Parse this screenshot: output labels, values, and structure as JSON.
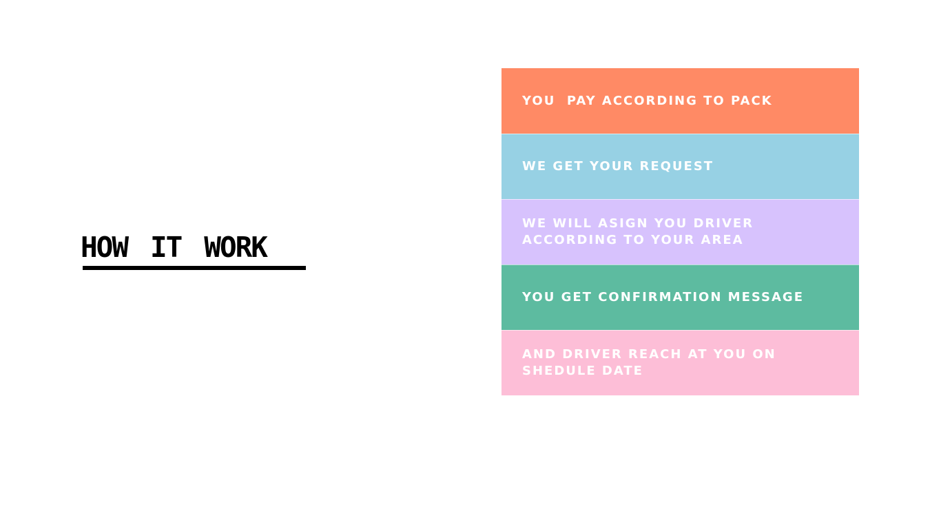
{
  "title": "How it work",
  "steps": [
    {
      "label": "YOU  PAY ACCORDING TO PACK",
      "color": "#FF8A65"
    },
    {
      "label": "WE GET YOUR REQUEST",
      "color": "#97D1E4"
    },
    {
      "label": "WE WILL ASIGN YOU DRIVER\nACCORDING TO YOUR AREA",
      "color": "#D7C2FD"
    },
    {
      "label": "YOU GET CONFIRMATION MESSAGE",
      "color": "#5DBBA0"
    },
    {
      "label": "AND DRIVER REACH AT YOU ON\nSHEDULE DATE",
      "color": "#FDBED7"
    }
  ]
}
